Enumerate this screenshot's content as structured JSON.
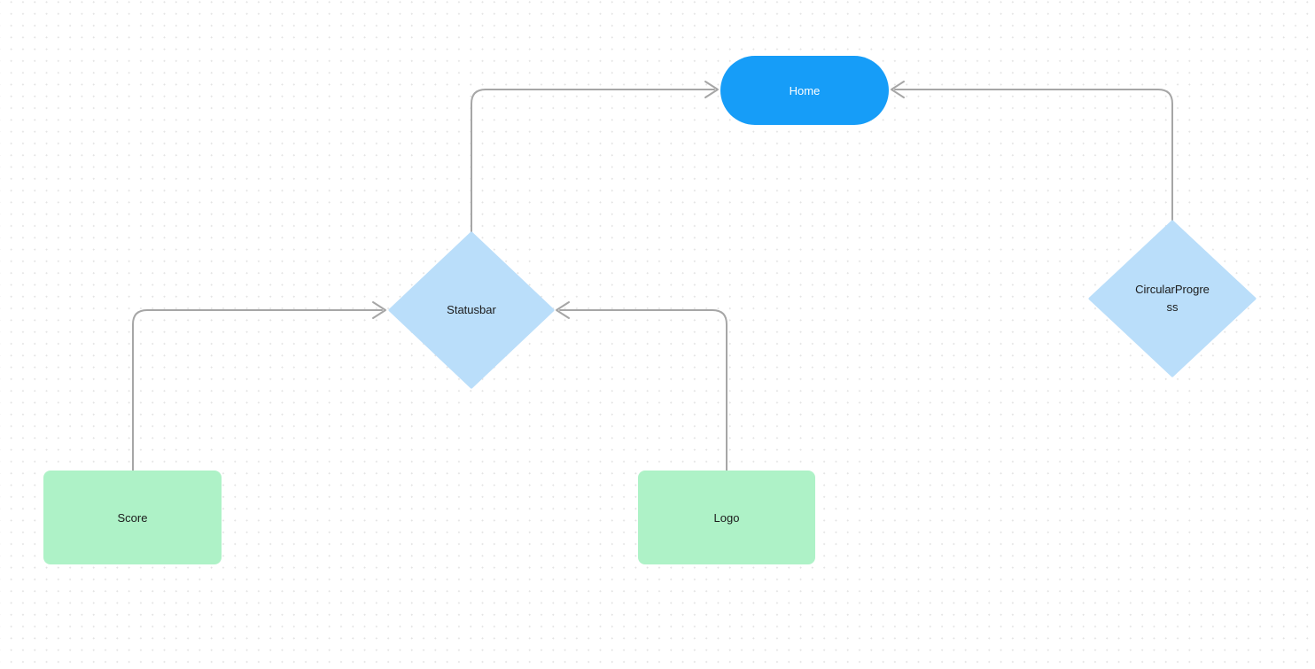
{
  "canvas": {
    "background": "#ffffff",
    "dot_grid_color": "#e3e3e3",
    "connector_color": "#a6a6a6"
  },
  "diagram": {
    "nodes": [
      {
        "id": "home",
        "label": "Home",
        "shape": "pill",
        "fill": "#169df8",
        "text_color": "#ffffff"
      },
      {
        "id": "statusbar",
        "label": "Statusbar",
        "shape": "diamond",
        "fill": "#badefa",
        "text_color": "#1b1b1b"
      },
      {
        "id": "circularprogress",
        "label": "CircularProgress",
        "shape": "diamond",
        "fill": "#badefa",
        "text_color": "#1b1b1b"
      },
      {
        "id": "score",
        "label": "Score",
        "shape": "rectangle",
        "fill": "#aef2c7",
        "text_color": "#1b1b1b"
      },
      {
        "id": "logo",
        "label": "Logo",
        "shape": "rectangle",
        "fill": "#aef2c7",
        "text_color": "#1b1b1b"
      }
    ],
    "edges": [
      {
        "from": "statusbar",
        "to": "home",
        "arrow": "open-chevron-at-end"
      },
      {
        "from": "circularprogress",
        "to": "home",
        "arrow": "open-chevron-at-end"
      },
      {
        "from": "score",
        "to": "statusbar",
        "arrow": "open-chevron-at-end"
      },
      {
        "from": "logo",
        "to": "statusbar",
        "arrow": "open-chevron-at-end"
      }
    ]
  }
}
